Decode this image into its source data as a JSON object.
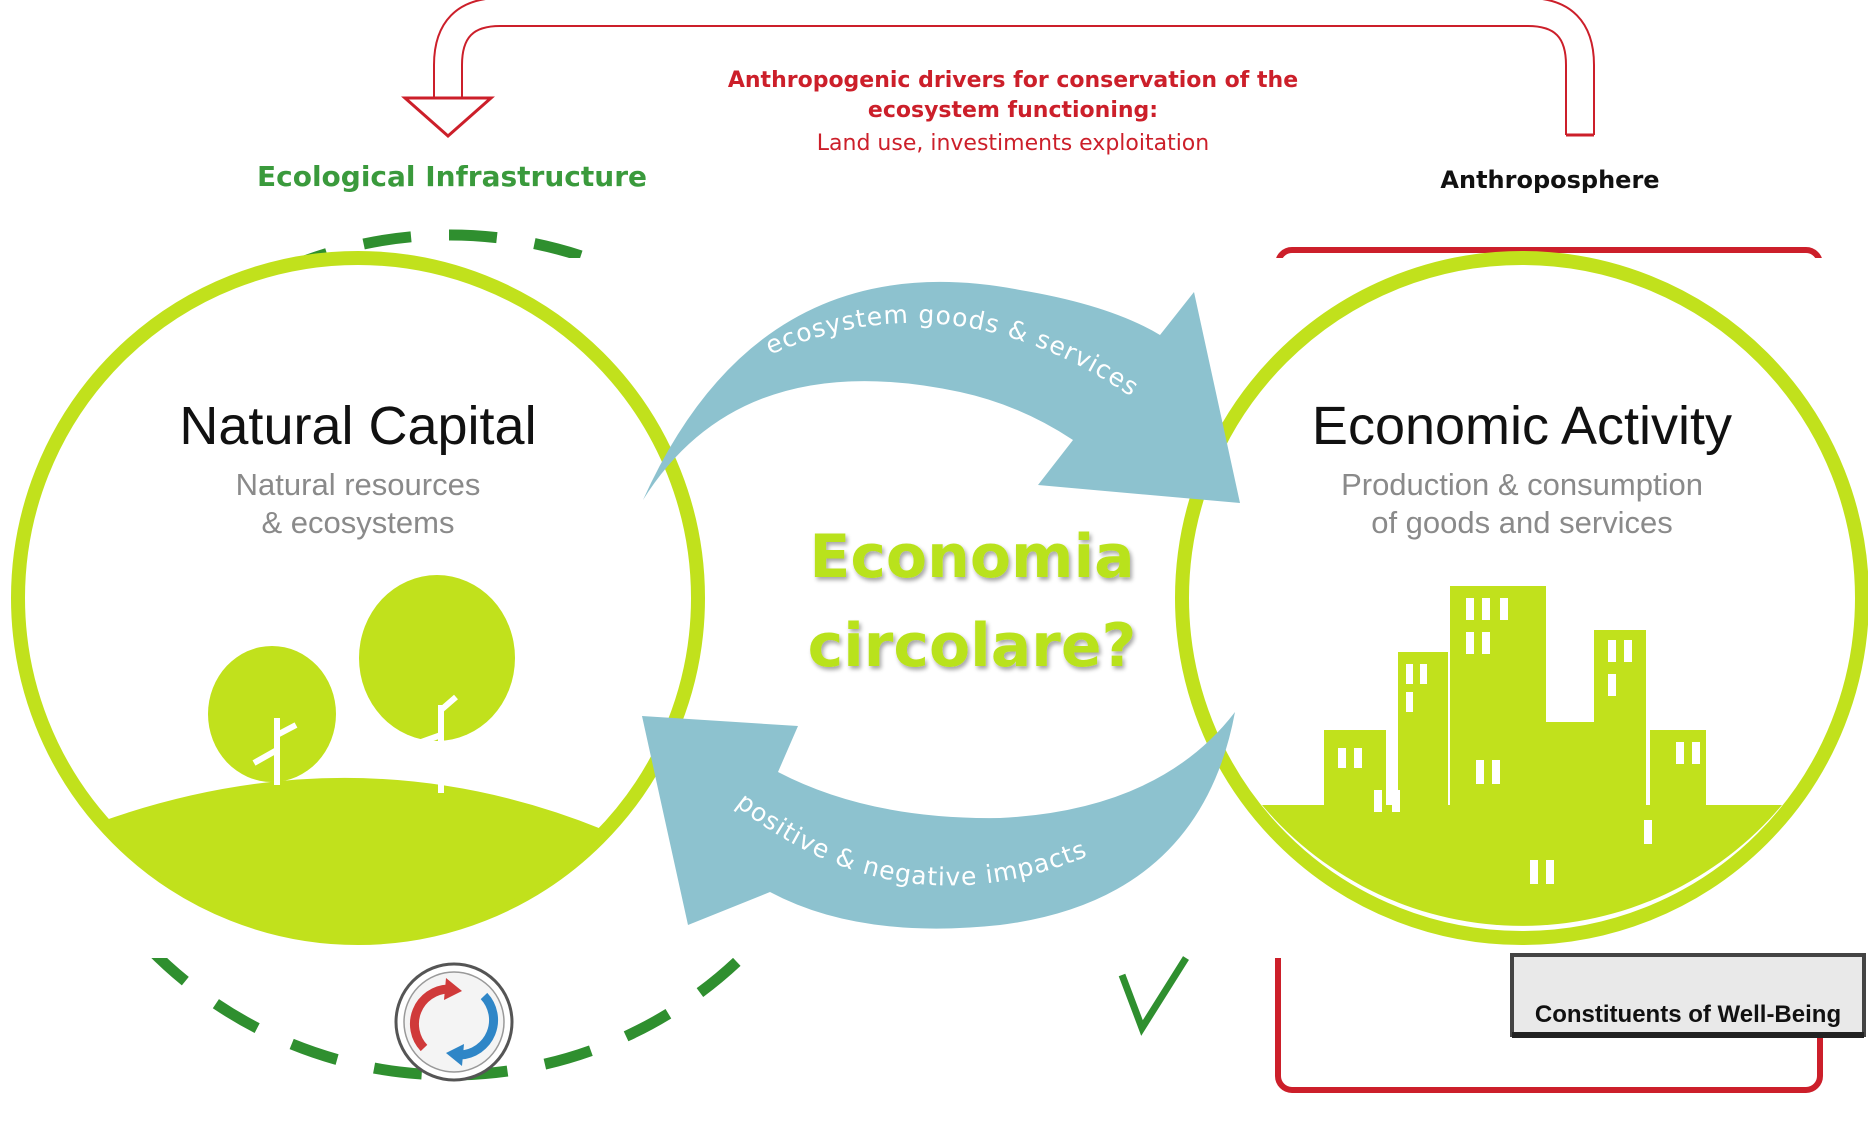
{
  "drivers": {
    "line1": "Anthropogenic drivers for conservation of the",
    "line2": "ecosystem functioning:",
    "line3": "Land use, investiments exploitation"
  },
  "labels": {
    "ecological_infrastructure": "Ecological Infrastructure",
    "anthroposphere": "Anthroposphere",
    "constituents": "Constituents of Well-Being"
  },
  "natural_capital": {
    "title": "Natural Capital",
    "sub1": "Natural resources",
    "sub2": "& ecosystems"
  },
  "economic_activity": {
    "title": "Economic Activity",
    "sub1": "Production & consumption",
    "sub2": "of goods and services"
  },
  "flows": {
    "top": "ecosystem goods & services",
    "bottom": "positive & negative impacts"
  },
  "center": {
    "line1": "Economia",
    "line2": "circolare?"
  },
  "colors": {
    "lime": "#c1e11c",
    "teal": "#8dc2cf",
    "red": "#cc1f2a",
    "dark_green": "#2f8f2f"
  }
}
